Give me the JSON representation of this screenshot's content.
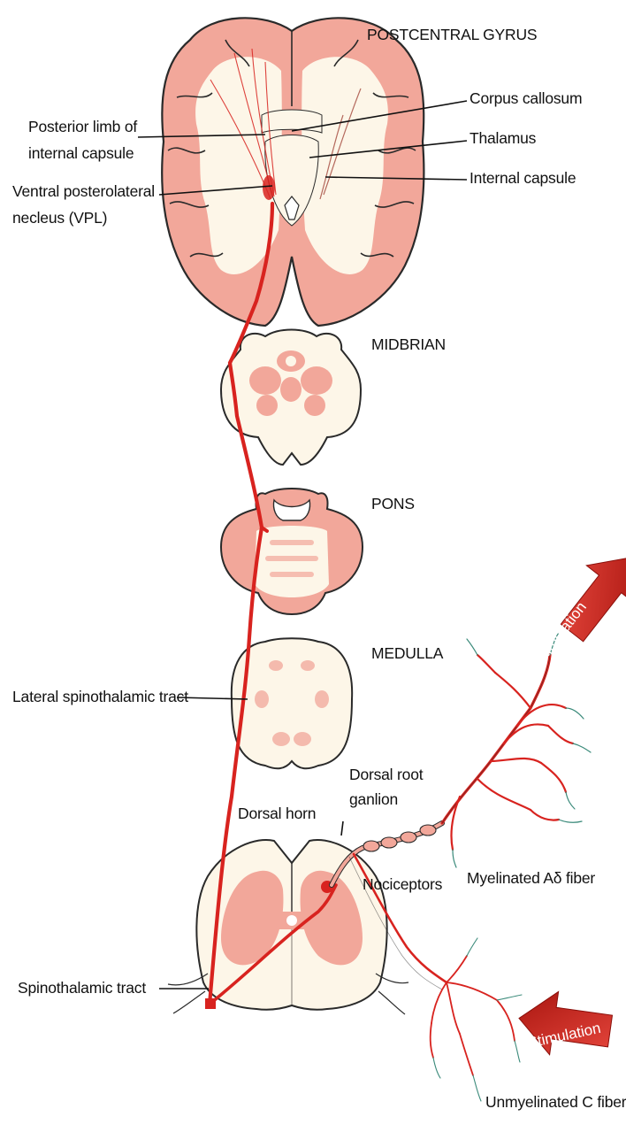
{
  "labels": {
    "postcentral_gyrus": "POSTCENTRAL GYRUS",
    "corpus_callosum": "Corpus callosum",
    "thalamus": "Thalamus",
    "internal_capsule": "Internal capsule",
    "posterior_limb_line1": "Posterior limb of",
    "posterior_limb_line2": "internal capsule",
    "vpl_line1": "Ventral posterolateral",
    "vpl_line2": "necleus (VPL)",
    "midbrain": "MIDBRIAN",
    "pons": "PONS",
    "medulla": "MEDULLA",
    "lateral_spinothalamic": "Lateral spinothalamic tract",
    "dorsal_horn": "Dorsal horn",
    "drg_line1": "Dorsal root",
    "drg_line2": "ganlion",
    "nociceptors": "Nociceptors",
    "myelinated": "Myelinated Aδ fiber",
    "spinothalamic": "Spinothalamic tract",
    "unmyelinated": "Unmyelinated C fiber",
    "stimulation_top": "Stimulation",
    "stimulation_bottom": "Stimulation"
  },
  "colors": {
    "tract_red": "#d8231f",
    "gray_matter": "#f2a79a",
    "white_matter": "#fdf6e8",
    "outline": "#2a2a2a",
    "arrow_red": "#c9211c"
  }
}
